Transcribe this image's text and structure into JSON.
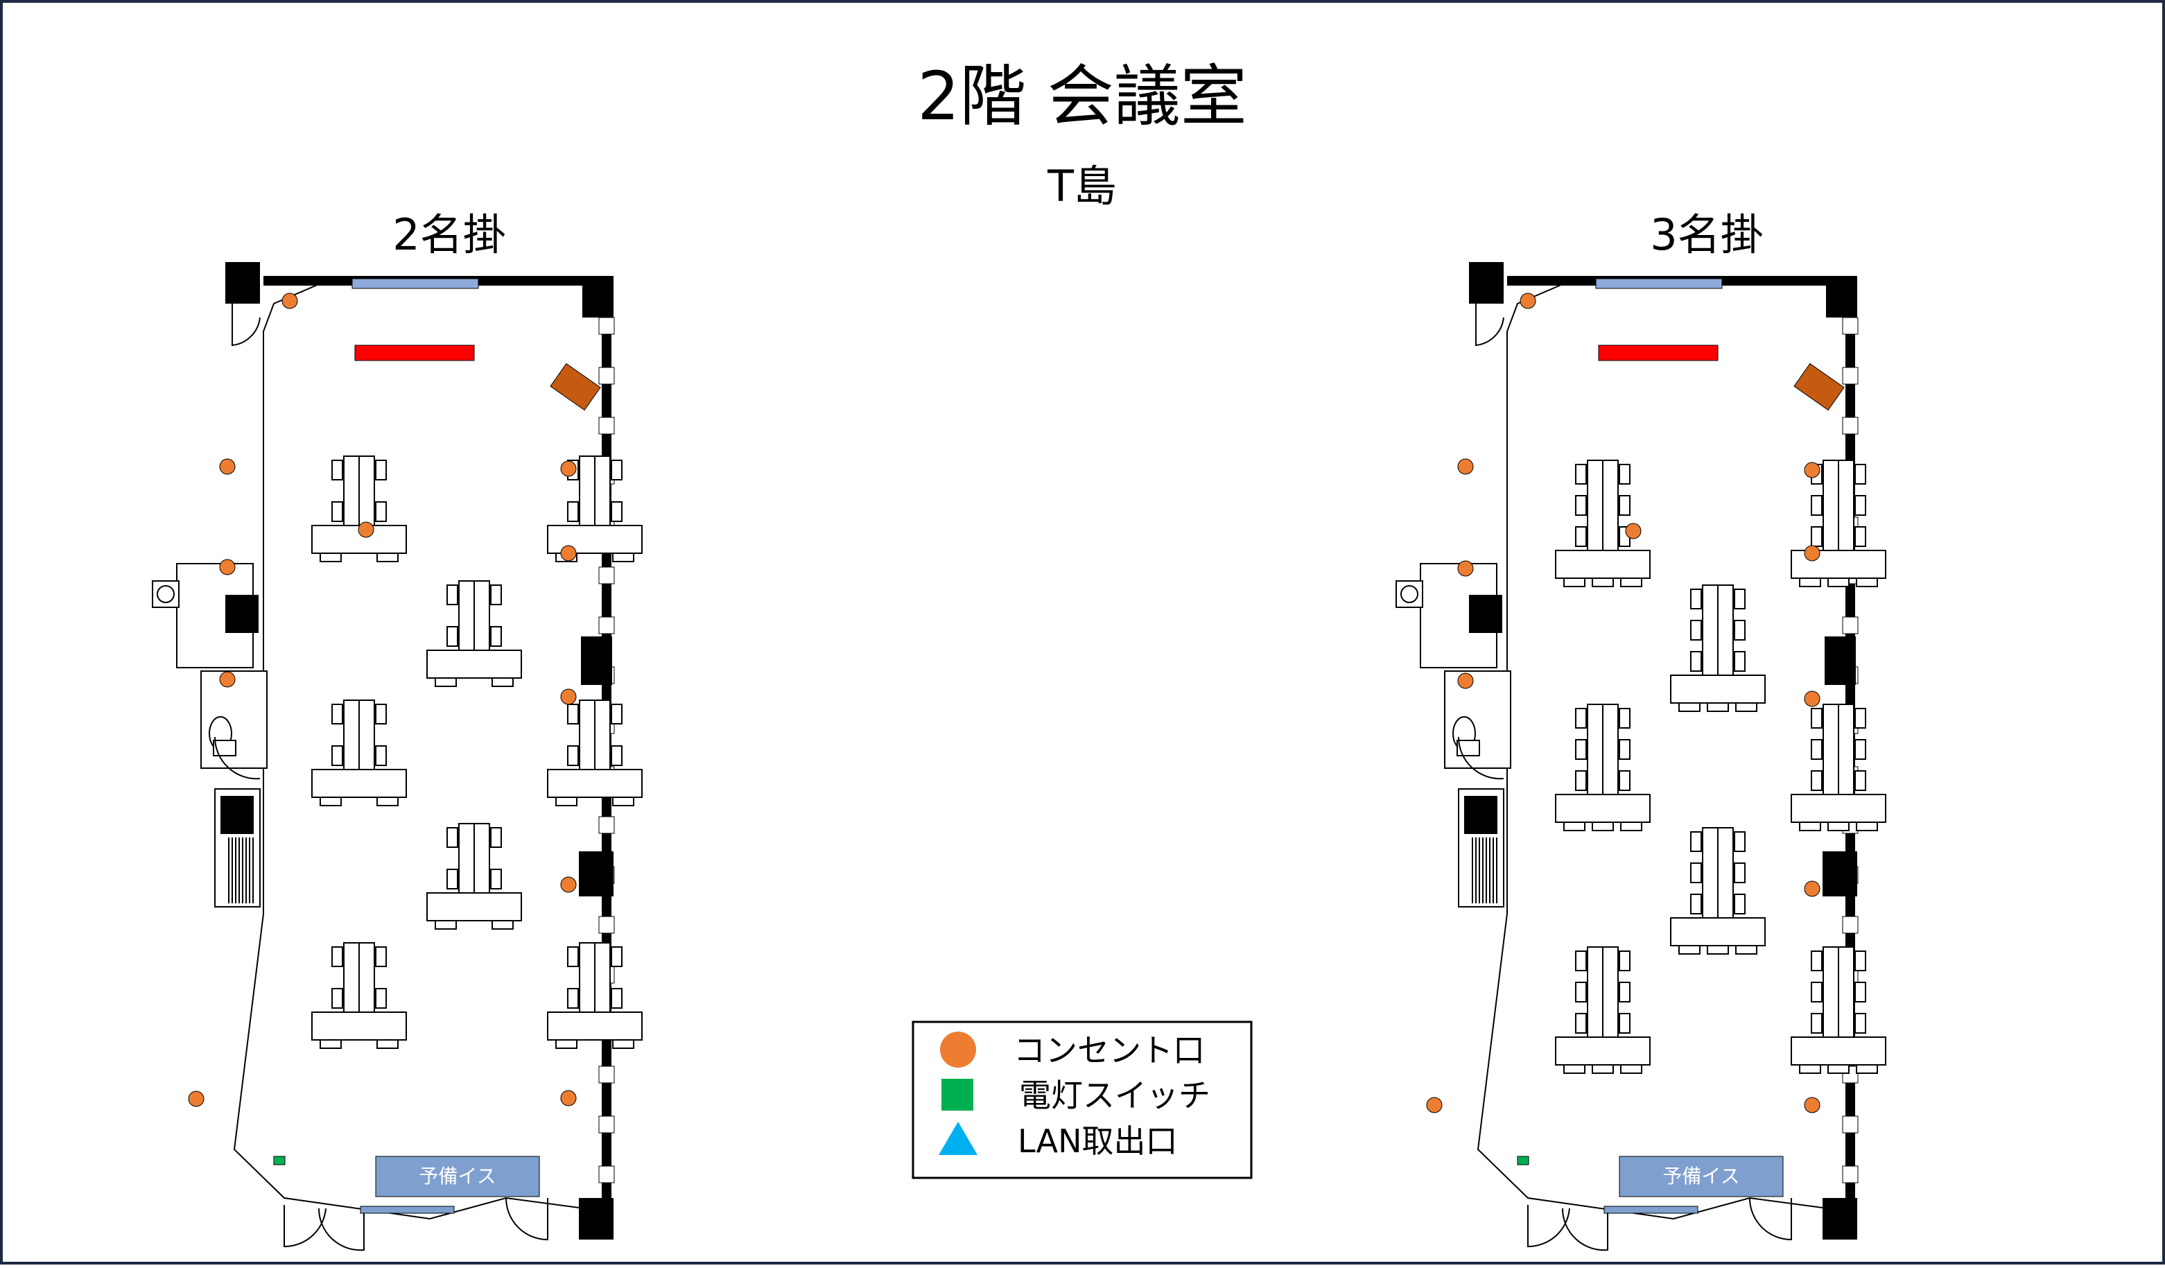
{
  "title": "2階 会議室",
  "subtitle": "T島",
  "layouts": [
    {
      "label": "2名掛",
      "chairs_per_side": 2,
      "sign": "予備イス"
    },
    {
      "label": "3名掛",
      "chairs_per_side": 3,
      "sign": "予備イス"
    }
  ],
  "legend": {
    "outlet": "コンセント口",
    "switch": "電灯スイッチ",
    "lan": "LAN取出口"
  },
  "colors": {
    "frame": "#1f2a44",
    "outlet": "#ed7d31",
    "switch": "#00b050",
    "lan": "#00b0f0",
    "screen": "#ff0000",
    "window": "#8eaadb",
    "podium": "#c55a11",
    "spare": "#7f9fcf"
  }
}
